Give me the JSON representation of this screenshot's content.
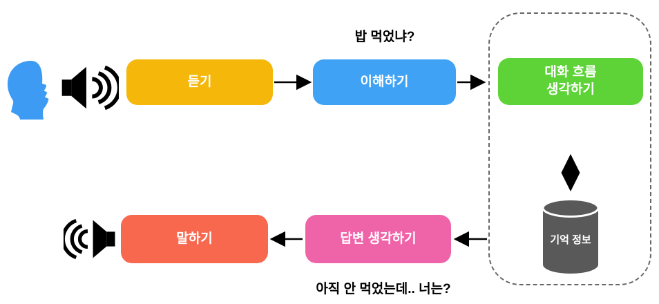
{
  "bubbles": {
    "question": "밥 먹었냐?",
    "answer": "아직 안 먹었는데.. 너는?"
  },
  "pipeline": {
    "listen": {
      "label": "듣기",
      "color": "#F4B70A"
    },
    "understand": {
      "label": "이해하기",
      "color": "#3FA2F5"
    },
    "think_flow": {
      "line1": "대화 흐름",
      "line2": "생각하기",
      "color": "#5DD338"
    },
    "answer_think": {
      "label": "답변 생각하기",
      "color": "#EF63A8"
    },
    "speak": {
      "label": "말하기",
      "color": "#F7684E"
    },
    "memory": {
      "label": "기억 정보",
      "color": "#595959"
    }
  },
  "container": {
    "border_color": "#666666",
    "border_style": "dashed"
  },
  "icons": {
    "head": {
      "name": "human-head-profile-icon",
      "color": "#3D9BF3"
    },
    "speaker_in": {
      "name": "speaker-sound-waves-right-icon",
      "color": "#000000"
    },
    "speaker_out": {
      "name": "speaker-sound-waves-left-icon",
      "color": "#000000"
    }
  },
  "arrow_color": "#000000",
  "text_color": "#000000",
  "box_text_color": "#FFFFFF"
}
